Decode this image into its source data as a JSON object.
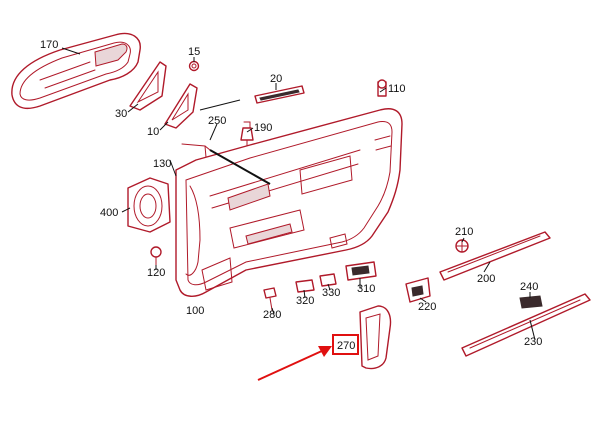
{
  "callouts": {
    "c170": "170",
    "c15": "15",
    "c20": "20",
    "c110": "110",
    "c30": "30",
    "c10": "10",
    "c250": "250",
    "c190": "190",
    "c130": "130",
    "c400": "400",
    "c120": "120",
    "c100": "100",
    "c280": "280",
    "c320": "320",
    "c330": "330",
    "c310": "310",
    "c210": "210",
    "c200": "200",
    "c220": "220",
    "c240": "240",
    "c230": "230",
    "c270": "270"
  },
  "colors": {
    "part_line": "#b01a2a",
    "highlight": "#e01010",
    "label": "#111111"
  },
  "highlighted_part": "270"
}
